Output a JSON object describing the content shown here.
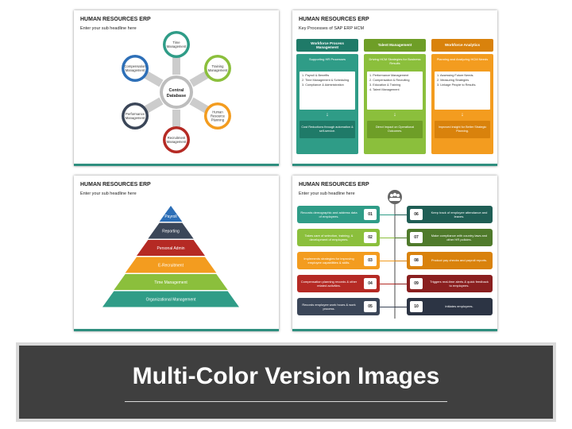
{
  "slides": {
    "s1": {
      "title": "HUMAN RESOURCES ERP",
      "subtitle": "Enter your sub headline here",
      "center": [
        "Central",
        "Database"
      ],
      "petals": [
        {
          "label": [
            "Time",
            "Management"
          ],
          "color": "#2f9c87"
        },
        {
          "label": [
            "Training",
            "Management"
          ],
          "color": "#8bbf3c"
        },
        {
          "label": [
            "Human",
            "Resource",
            "Planning"
          ],
          "color": "#f39c1f"
        },
        {
          "label": [
            "Recruitment",
            "Management"
          ],
          "color": "#b52a24"
        },
        {
          "label": [
            "Performance",
            "Management"
          ],
          "color": "#3b4658"
        },
        {
          "label": [
            "Compensation",
            "Management"
          ],
          "color": "#2d6fb7"
        }
      ]
    },
    "s2": {
      "title": "HUMAN RESOURCES ERP",
      "subtitle": "Key Processes of SAP ERP HCM",
      "columns": [
        {
          "head": "Workforce Process Management",
          "color": "#2f9c87",
          "dark": "#1f7a68",
          "top": "Supporting HR Processes",
          "items": [
            "1. Payroll & Benefits",
            "2. Time Management & Scheduling",
            "3. Compliance & Administration"
          ],
          "bottom": "Cost Reductions through automation & self-service."
        },
        {
          "head": "Talent Management",
          "color": "#8bbf3c",
          "dark": "#6e9e27",
          "top": "Driving HCM Strategies for Business Results",
          "items": [
            "1. Performance Management",
            "2. Compensation & Recruiting",
            "3. Education & Training",
            "4. Talent Management"
          ],
          "bottom": "Direct Impact on Operational Outcomes."
        },
        {
          "head": "Workforce Analytics",
          "color": "#f39c1f",
          "dark": "#d9820c",
          "top": "Planning and Analyzing HCM Needs",
          "items": [
            "1. Assessing Future Needs.",
            "2. Measuring Strategies",
            "3. Linkage People to Results."
          ],
          "bottom": "Improved insight for Better Strategic Planning."
        }
      ]
    },
    "s3": {
      "title": "HUMAN RESOURCES ERP",
      "subtitle": "Enter your sub headline here",
      "levels": [
        {
          "label": "Payroll",
          "color": "#2d6fb7"
        },
        {
          "label": "Reporting",
          "color": "#3b4658"
        },
        {
          "label": "Personal Admin",
          "color": "#b52a24"
        },
        {
          "label": "E-Recruitment",
          "color": "#f39c1f"
        },
        {
          "label": "Time Management",
          "color": "#8bbf3c"
        },
        {
          "label": "Organizational Management",
          "color": "#2f9c87"
        }
      ]
    },
    "s4": {
      "title": "HUMAN RESOURCES ERP",
      "subtitle": "Enter your sub headline here",
      "left": [
        {
          "num": "01",
          "text": "Records demographic and address data of employees.",
          "color": "#2f9c87"
        },
        {
          "num": "02",
          "text": "Takes care of selection, training, & development of employees.",
          "color": "#8bbf3c"
        },
        {
          "num": "03",
          "text": "Implements strategies for improving employee capabilities & skills.",
          "color": "#f39c1f"
        },
        {
          "num": "04",
          "text": "Compensation planning records & other related activities.",
          "color": "#b52a24"
        },
        {
          "num": "05",
          "text": "Records employee work hours & work process.",
          "color": "#3b4658"
        }
      ],
      "right": [
        {
          "num": "06",
          "text": "Keep track of employee attendance and leaves.",
          "color": "#1f5e55"
        },
        {
          "num": "07",
          "text": "Make compliance with country laws and other HR policies.",
          "color": "#4f7a2b"
        },
        {
          "num": "08",
          "text": "Product pay checks and payroll reports.",
          "color": "#d9820c"
        },
        {
          "num": "09",
          "text": "Triggers real-time alerts & quick feedback to employees.",
          "color": "#8a1f1f"
        },
        {
          "num": "10",
          "text": "Initiates employees.",
          "color": "#2c3444"
        }
      ]
    }
  },
  "banner": {
    "title": "Multi-Color Version Images"
  }
}
